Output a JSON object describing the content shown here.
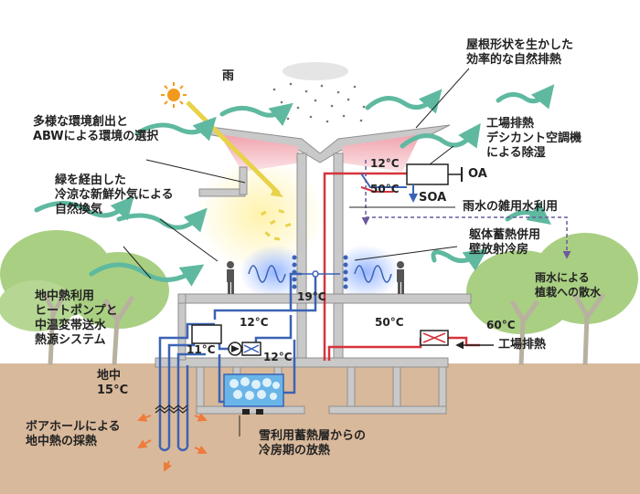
{
  "labels": {
    "rain": "雨",
    "roof_exhaust": "屋根形状を生かした\n効率的な自然排熱",
    "diverse_env": "多様な環境創出と\nABWによる環境の選択",
    "factory_heat_desiccant": "工場排熱\nデシカント空調機\nによる除湿",
    "green_ventilation": "緑を経由した\n冷涼な新鮮外気による\n自然換気",
    "rainwater_reuse": "雨水の雑用水利用",
    "radiant_cooling": "躯体蓄熱併用\n壁放射冷房",
    "planting_sprinkle": "雨水による\n植栽への散水",
    "geo_heatpump": "地中熱利用\nヒートポンプと\n中温変帯送水\n熱源システム",
    "factory_heat": "工場排熱",
    "underground_temp": "地中\n15°C",
    "borehole": "ボアホールによる\n地中熱の採熱",
    "snow_storage": "雪利用蓄熱層からの\n冷房期の放熱",
    "oa": "OA",
    "soa": "SOA"
  },
  "temps": {
    "t_12_top": "12°C",
    "t_50_top": "50°C",
    "t_19": "19°C",
    "t_12_mid": "12°C",
    "t_50_mid": "50°C",
    "t_60": "60°C",
    "t_11": "11°C",
    "t_12_low": "12°C"
  },
  "colors": {
    "ground": "#d9b99b",
    "structure": "#c9c9c9",
    "structure_edge": "#8f8f8f",
    "cold_pipe": "#3b63b5",
    "hot_pipe": "#d6333b",
    "airflow": "#5fb9a0",
    "sun": "#f29a1d",
    "roof_glow": "#f2b8be",
    "tree_crown": "#a9cf82",
    "tree_trunk": "#b9b1a0",
    "orange_arrow": "#ee7a3b",
    "purple_dash": "#6b5a9e"
  }
}
